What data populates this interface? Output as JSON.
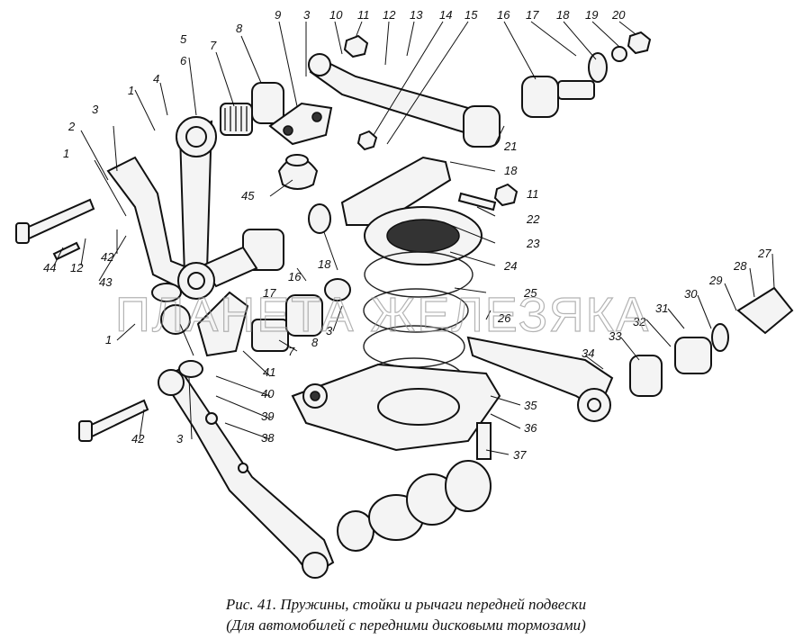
{
  "callouts": [
    "1",
    "2",
    "3",
    "4",
    "5",
    "6",
    "7",
    "8",
    "9",
    "10",
    "11",
    "12",
    "13",
    "14",
    "15",
    "16",
    "17",
    "18",
    "19",
    "20",
    "21",
    "22",
    "23",
    "24",
    "25",
    "26",
    "27",
    "28",
    "29",
    "30",
    "31",
    "32",
    "33",
    "34",
    "35",
    "36",
    "37",
    "38",
    "39",
    "40",
    "41",
    "42",
    "43",
    "44",
    "45"
  ],
  "watermark": "ПЛАНЕТА ЖЕЛЕЗЯКА",
  "caption": {
    "line1": "Рис. 41. Пружины, стойки и рычаги передней подвески",
    "line2": "(Для автомобилей с передними дисковыми тормозами)"
  }
}
